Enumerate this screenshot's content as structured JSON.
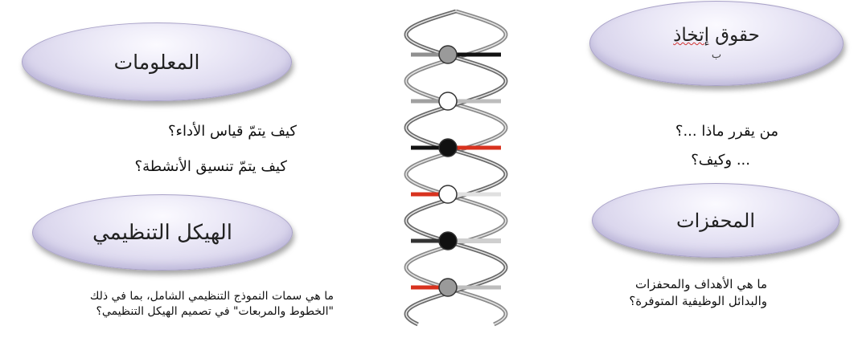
{
  "left": {
    "info_bubble": "المعلومات",
    "perf_question": "كيف يتمّ قياس الأداء؟",
    "coord_question": "كيف يتمّ تنسيق الأنشطة؟",
    "org_bubble": "الهيكل التنظيمي",
    "org_question_lines": [
      "ما هي سمات النموذج التنظيمي الشامل، بما في ذلك",
      "\"الخطوط والمربعات\" في تصميم الهيكل التنظيمي؟",
      ""
    ]
  },
  "right": {
    "rights_bubble_a": "حقوق ",
    "rights_bubble_b": "إتخاذ",
    "rights_bubble_sub": "ب",
    "who_question": "من يقرر ماذا ...؟",
    "how_question": "... وكيف؟",
    "incentives_bubble": "المحفزات",
    "incentives_question_lines": [
      "ما هي الأهداف والمحفزات",
      "والبدائل الوظيفية المتوفرة؟"
    ]
  },
  "dna_rungs": [
    {
      "left": "#909090",
      "right": "#111111",
      "knob": "#9a9a9a"
    },
    {
      "left": "#a0a0a0",
      "right": "#bdbdbd",
      "knob": "#ffffff"
    },
    {
      "left": "#111111",
      "right": "#d8321e",
      "knob": "#111111"
    },
    {
      "left": "#d8321e",
      "right": "#e0e0e0",
      "knob": "#ffffff"
    },
    {
      "left": "#333333",
      "right": "#ffffff",
      "knob": "#111111"
    },
    {
      "left": "#d8321e",
      "right": "#bdbdbd",
      "knob": "#9a9a9a"
    }
  ]
}
